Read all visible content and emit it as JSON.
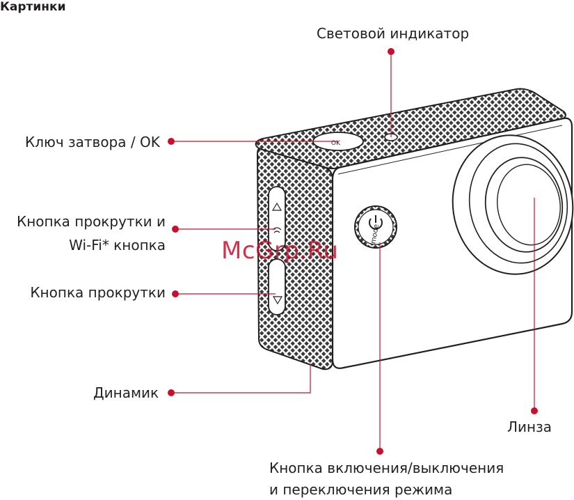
{
  "header": {
    "title": "Картинки"
  },
  "labels": {
    "indicator": "Световой индикатор",
    "shutter": "Ключ затвора / OK",
    "scroll_wifi_line1": "Кнопка прокрутки и",
    "scroll_wifi_line2": "Wi-Fi* кнопка",
    "scroll": "Кнопка прокрутки",
    "speaker": "Динамик",
    "lens": "Линза",
    "power_line1": "Кнопка включения/выключения",
    "power_line2": "и переключения режима"
  },
  "camera": {
    "mode_button_text": "mode"
  },
  "watermark": "McGrp.Ru",
  "colors": {
    "callout": "#c8102e",
    "text": "#231f20",
    "outline": "#231f20"
  }
}
